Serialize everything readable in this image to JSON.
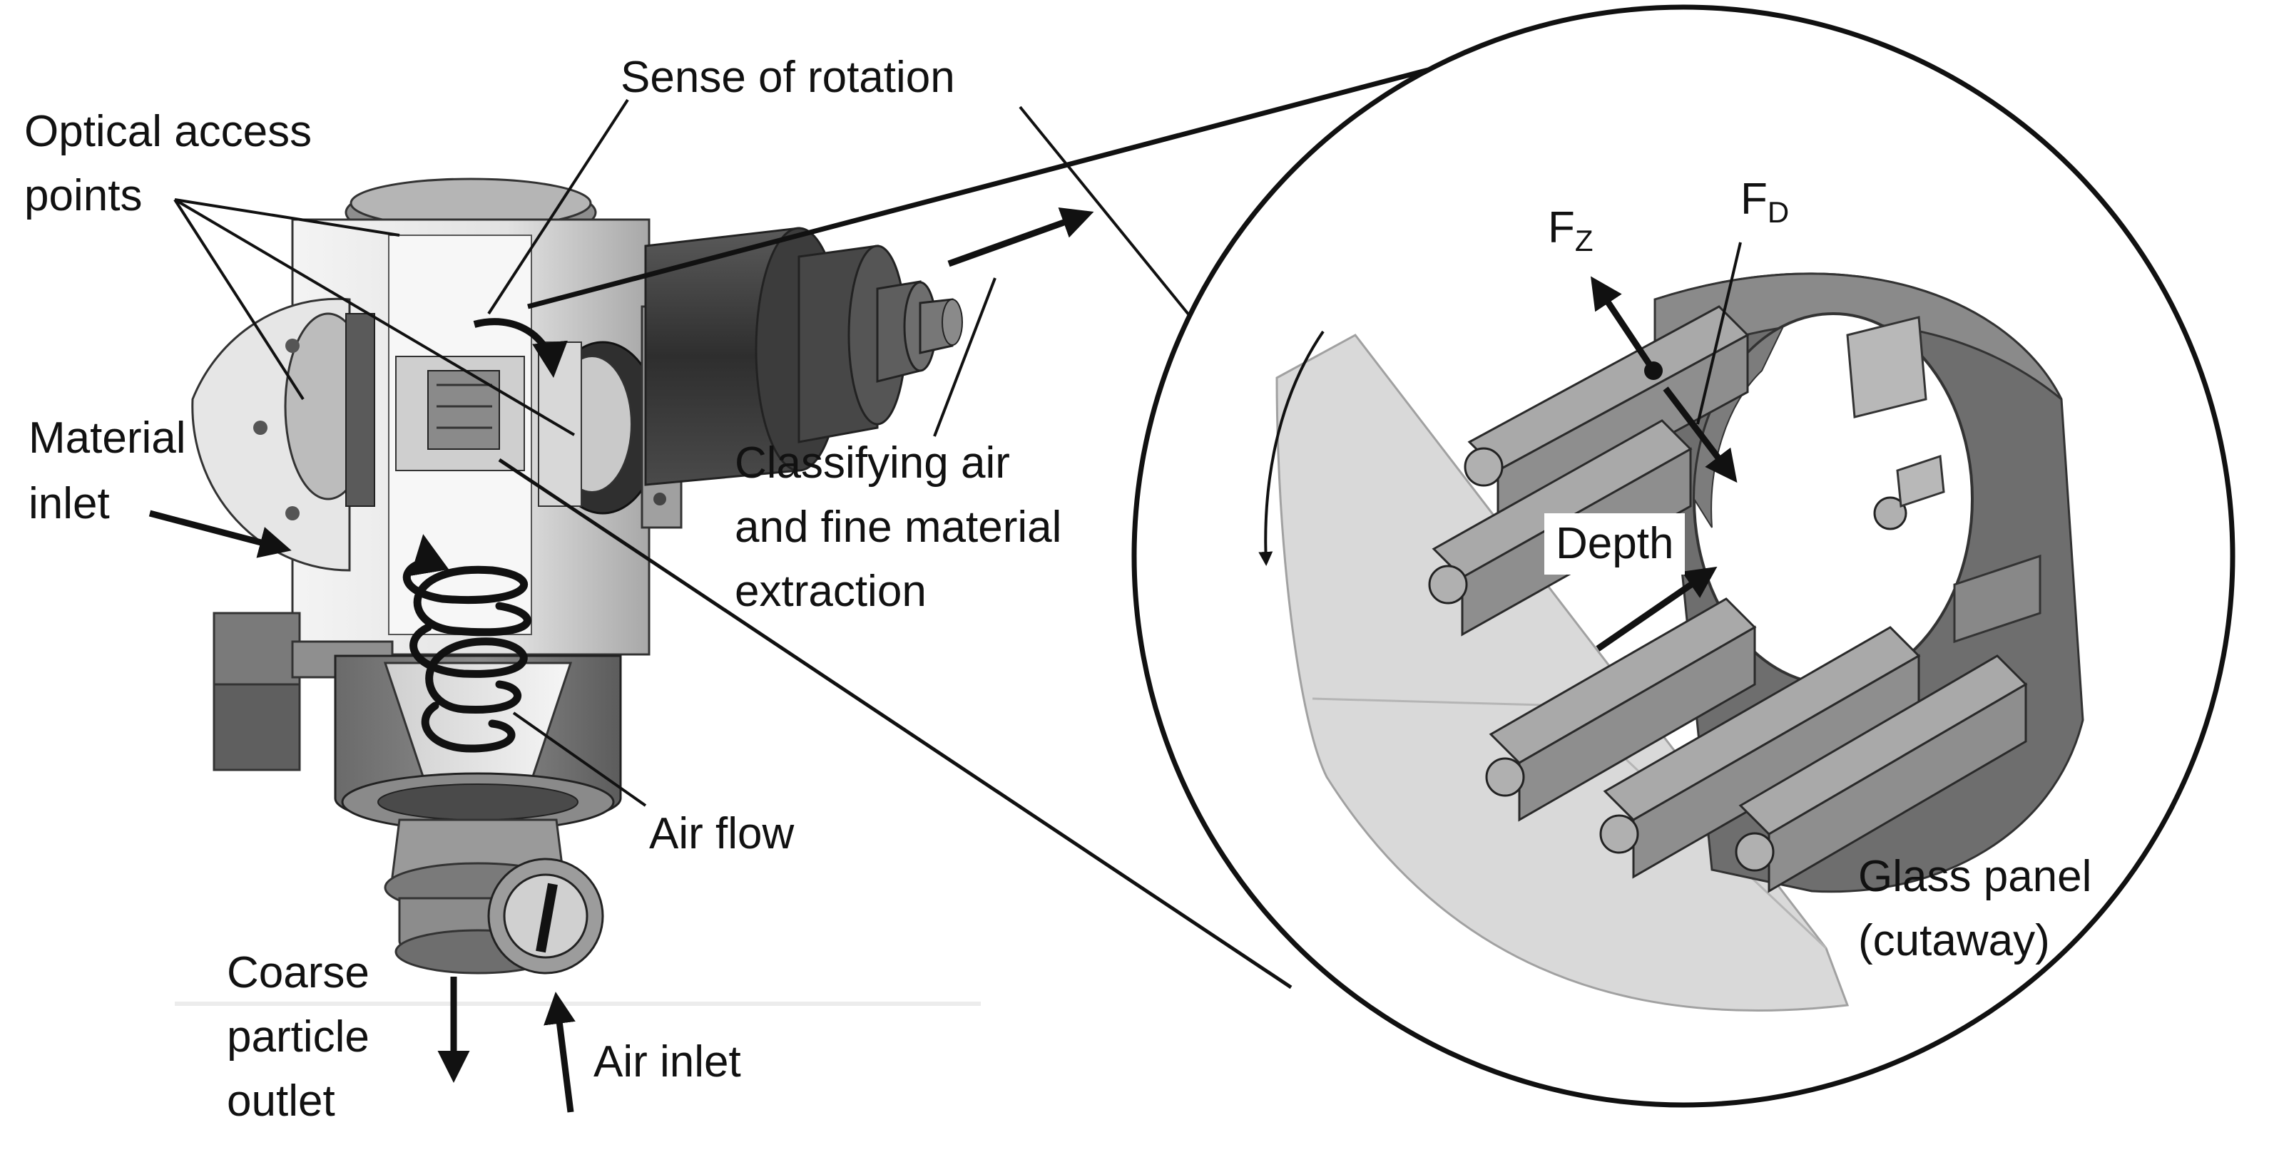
{
  "labels": {
    "optical_access_line1": "Optical access",
    "optical_access_line2": "points",
    "sense_of_rotation": "Sense of rotation",
    "material_inlet_line1": "Material",
    "material_inlet_line2": "inlet",
    "classifying_line1": "Classifying air",
    "classifying_line2": "and fine material",
    "classifying_line3": "extraction",
    "air_flow": "Air flow",
    "coarse_line1": "Coarse",
    "coarse_line2": "particle",
    "coarse_line3": "outlet",
    "air_inlet": "Air inlet",
    "glass_panel_line1": "Glass panel",
    "glass_panel_line2": "(cutaway)",
    "depth": "Depth",
    "fz_main": "F",
    "fz_sub": "Z",
    "fd_main": "F",
    "fd_sub": "D"
  },
  "colors": {
    "dark_metal": "#4a4a4a",
    "mid_metal": "#7a7a7a",
    "light_metal": "#bdbdbd",
    "glass": "#d4d4d4",
    "line": "#111111"
  }
}
